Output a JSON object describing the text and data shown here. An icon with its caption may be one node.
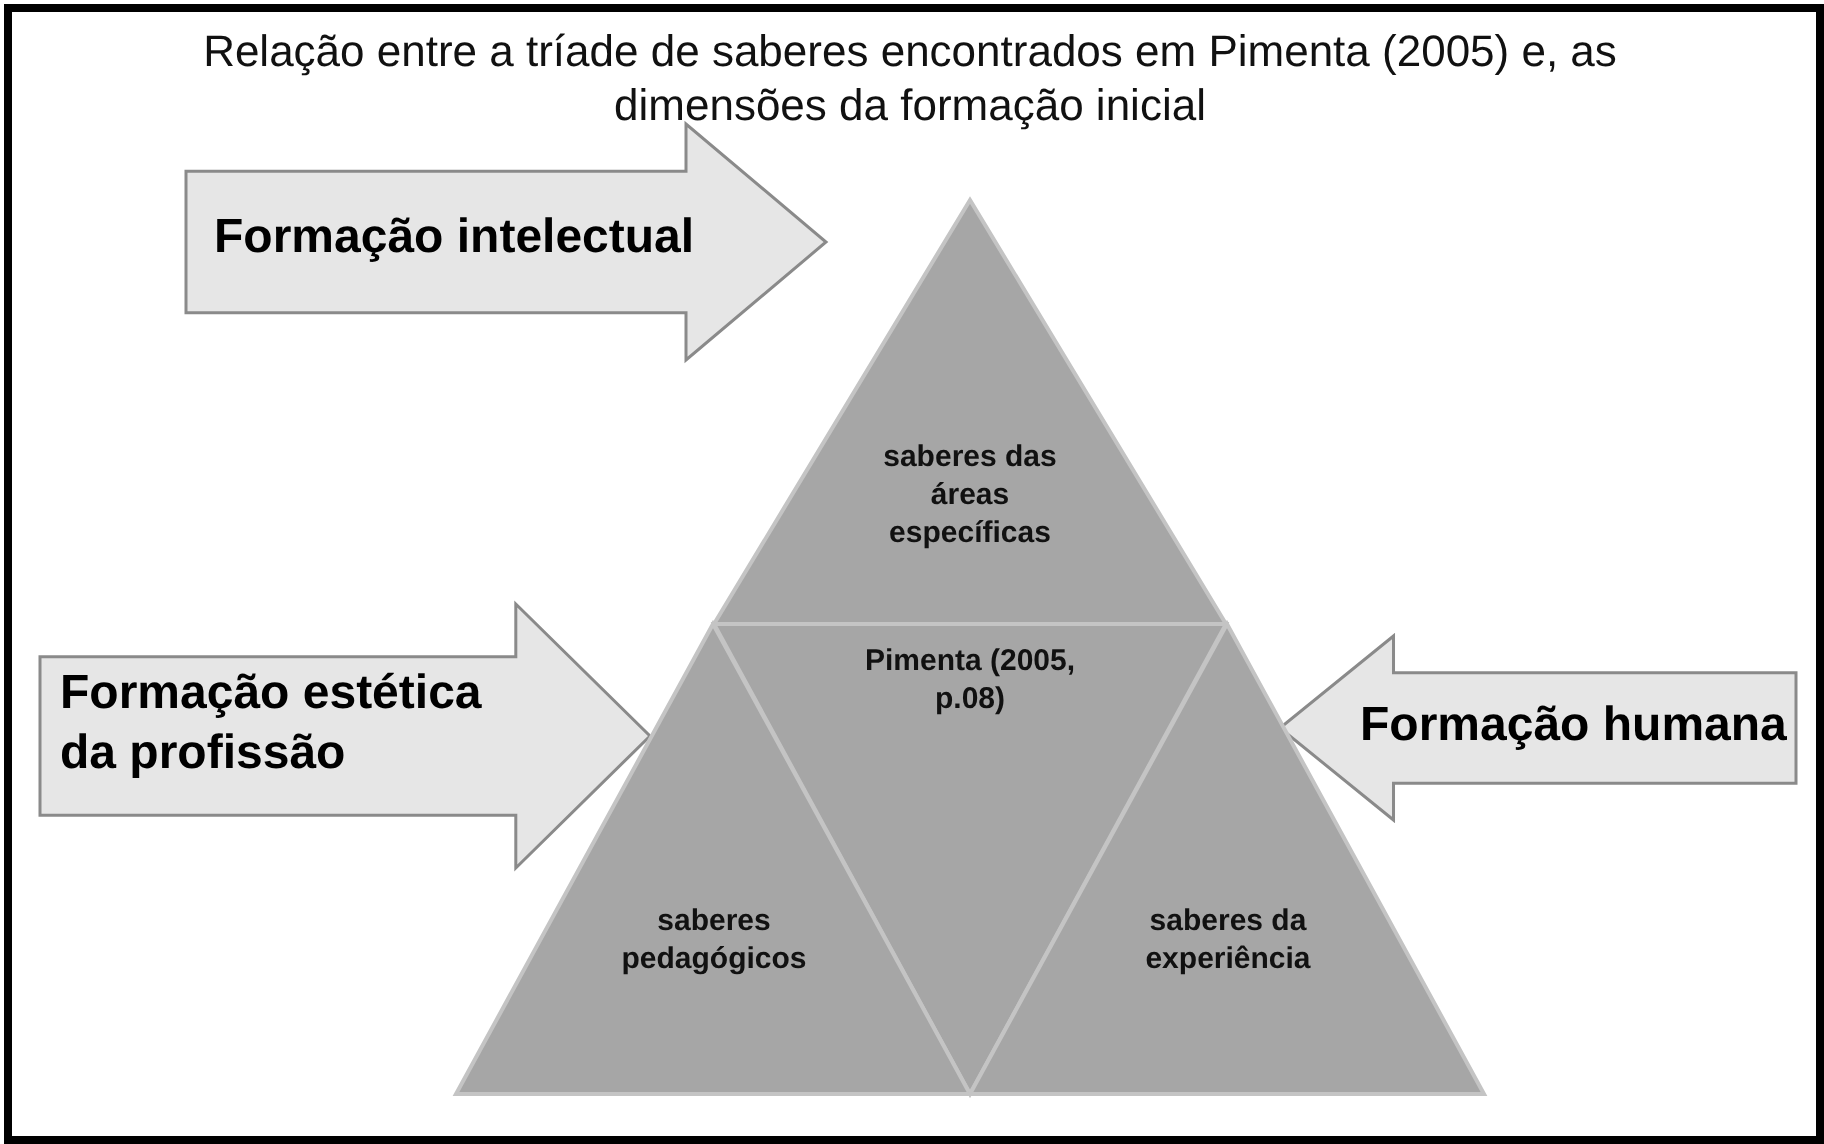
{
  "diagram": {
    "title": "Relação entre a tríade de saberes encontrados em Pimenta (2005) e, as dimensões da formação inicial",
    "nodes": [
      {
        "text": [
          "Formação intelectual"
        ]
      },
      {
        "text": [
          "saberes das áreas específicas"
        ]
      },
      {
        "text": [
          "Formação estética da profissão"
        ]
      },
      {
        "text": [
          "Pimenta (2005, p.08)"
        ]
      },
      {
        "text": [
          "Formação humana"
        ]
      },
      {
        "text": [
          "saberes pedagógicos"
        ]
      },
      {
        "text": [
          "saberes da experiência"
        ]
      }
    ],
    "edges": []
  }
}
